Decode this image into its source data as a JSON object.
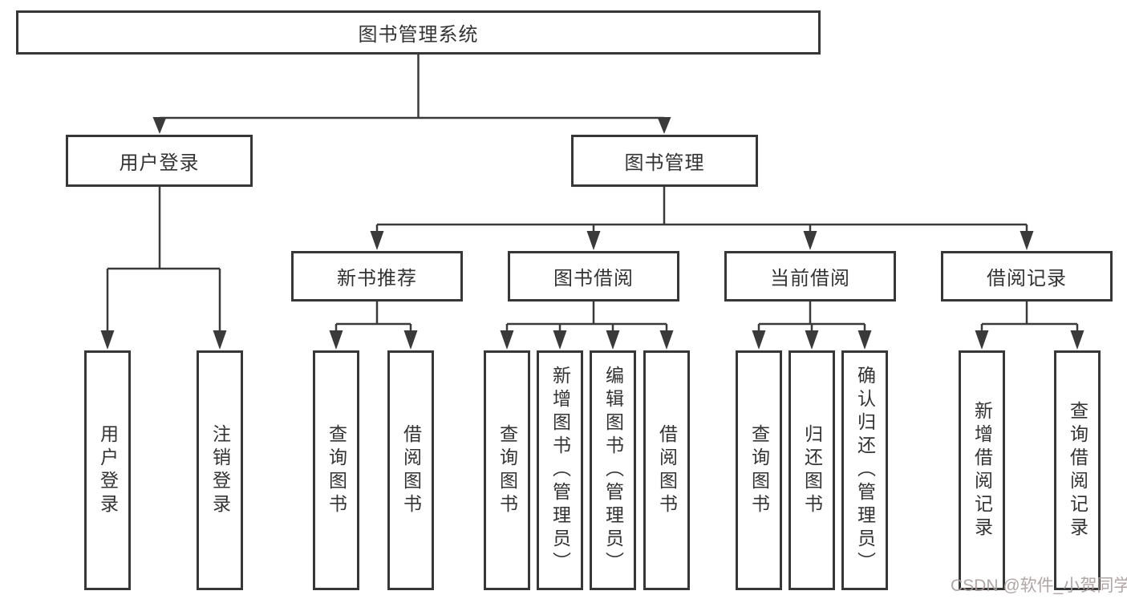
{
  "diagram": {
    "title": "图书管理系统",
    "root": {
      "label": "图书管理系统"
    },
    "level2": [
      {
        "id": "user-login",
        "label": "用户登录"
      },
      {
        "id": "book-management",
        "label": "图书管理"
      }
    ],
    "level3": [
      {
        "id": "new-book-recommend",
        "label": "新书推荐"
      },
      {
        "id": "book-borrow",
        "label": "图书借阅"
      },
      {
        "id": "current-borrow",
        "label": "当前借阅"
      },
      {
        "id": "borrow-records",
        "label": "借阅记录"
      }
    ],
    "leaves": {
      "user_login": [
        {
          "label": "用户登录"
        },
        {
          "label": "注销登录"
        }
      ],
      "new_book_recommend": [
        {
          "label": "查询图书"
        },
        {
          "label": "借阅图书"
        }
      ],
      "book_borrow": [
        {
          "label": "查询图书"
        },
        {
          "label": "新增图书（管理员）"
        },
        {
          "label": "编辑图书（管理员）"
        },
        {
          "label": "借阅图书"
        }
      ],
      "current_borrow": [
        {
          "label": "查询图书"
        },
        {
          "label": "归还图书"
        },
        {
          "label": "确认归还（管理员）"
        }
      ],
      "borrow_records": [
        {
          "label": "新增借阅记录"
        },
        {
          "label": "查询借阅记录"
        }
      ]
    }
  },
  "watermark": {
    "text": "CSDN @软件_小贺同学",
    "color": "#a99c9c"
  },
  "colors": {
    "line": "#3a3a3a",
    "text": "#333333",
    "box_border": "#373737",
    "background": "#ffffff"
  }
}
